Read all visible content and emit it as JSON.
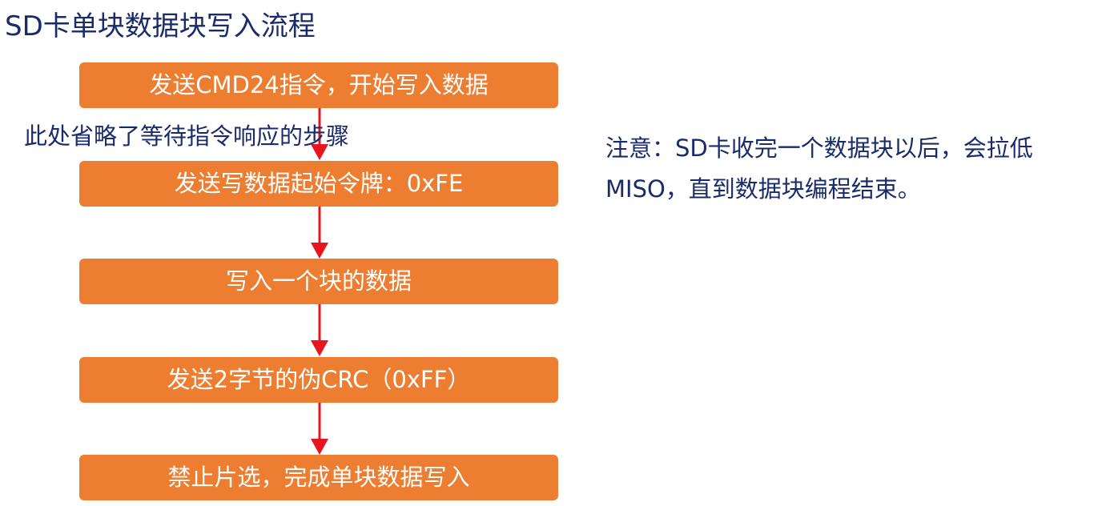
{
  "title": "SD卡单块数据块写入流程",
  "steps": [
    "发送CMD24指令，开始写入数据",
    "发送写数据起始令牌：0xFE",
    "写入一个块的数据",
    "发送2字节的伪CRC（0xFF）",
    "禁止片选，完成单块数据写入"
  ],
  "side_note": "此处省略了等待指令响应的步骤",
  "notice": {
    "line1": "注意：SD卡收完一个数据块以后，会拉低",
    "line2": "MISO，直到数据块编程结束。"
  },
  "colors": {
    "step_fill": "#ed7d31",
    "step_text": "#ffffff",
    "arrow": "#e8141e",
    "text": "#1a2b6b"
  }
}
